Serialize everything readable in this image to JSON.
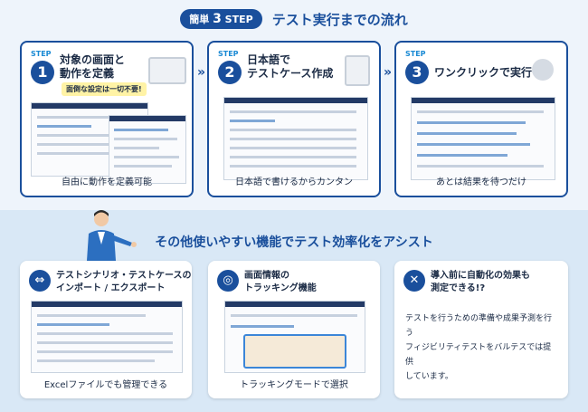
{
  "header": {
    "badge_prefix": "簡単",
    "badge_num": "3",
    "badge_suffix": "STEP",
    "title": "テスト実行までの流れ"
  },
  "steps": [
    {
      "label": "STEP",
      "num": "1",
      "title": "対象の画面と\n動作を定義",
      "note": "面倒な設定は一切不要!",
      "caption": "自由に動作を定義可能"
    },
    {
      "label": "STEP",
      "num": "2",
      "title": "日本語で\nテストケース作成",
      "caption": "日本語で書けるからカンタン"
    },
    {
      "label": "STEP",
      "num": "3",
      "title": "ワンクリックで実行",
      "caption": "あとは結果を待つだけ"
    }
  ],
  "arrow": "»",
  "features": {
    "title": "その他使いやすい機能でテスト効率化をアシスト",
    "cards": [
      {
        "icon": "import-export-icon",
        "title": "テストシナリオ・テストケースの\nインポート / エクスポート",
        "caption": "Excelファイルでも管理できる"
      },
      {
        "icon": "tracking-icon",
        "title": "画面情報の\nトラッキング機能",
        "caption": "トラッキングモードで選択"
      },
      {
        "icon": "tools-icon",
        "title": "導入前に自動化の効果も\n測定できる!?",
        "body": "テストを行うための準備や成果予測を行う\nフィジビリティテストをバルテスでは提供\nしています。"
      }
    ]
  },
  "colors": {
    "primary": "#1a4f9c",
    "accent": "#1a8ad4",
    "highlight": "#fff3a6"
  }
}
